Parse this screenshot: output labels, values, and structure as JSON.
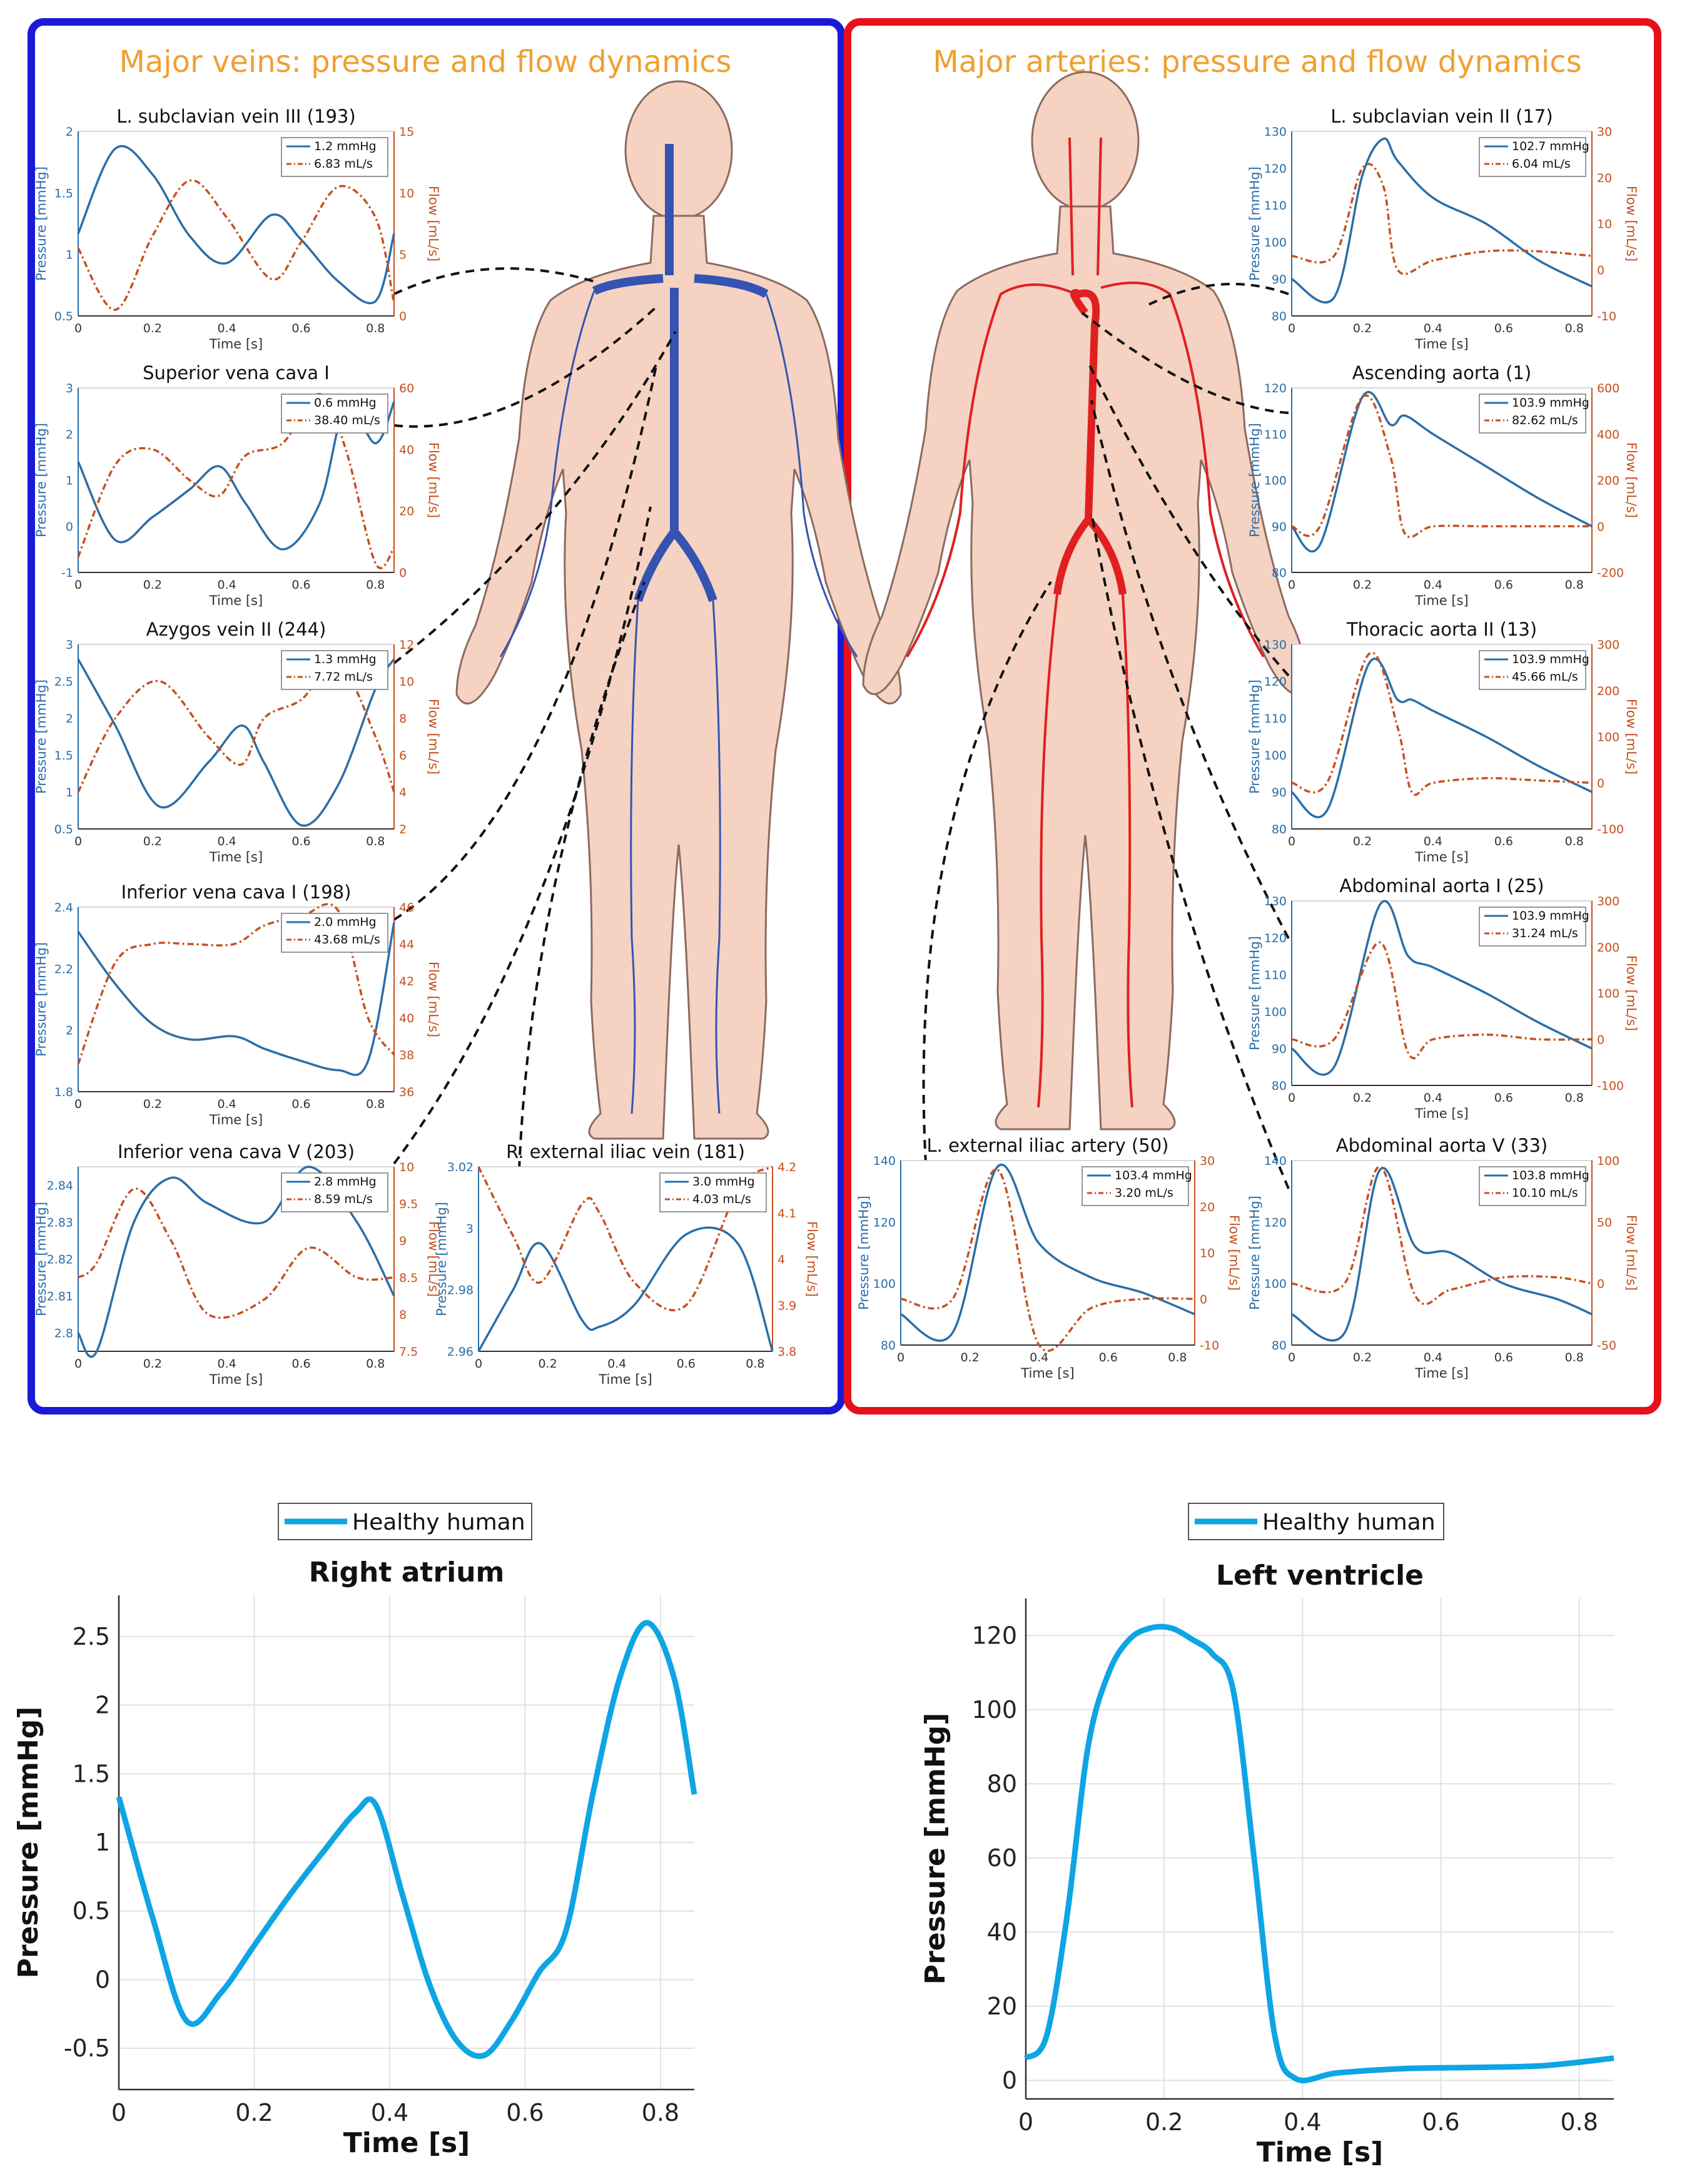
{
  "panels": {
    "veins_title": "Major veins: pressure and flow dynamics",
    "arteries_title": "Major arteries: pressure and flow dynamics",
    "colors": {
      "veins_border": "#1a1ad6",
      "arteries_border": "#e8101a",
      "title": "#f0a030",
      "pressure": "#2a6ea8",
      "flow": "#c5501e",
      "vein_vessel": "#3553b0",
      "artery_vessel": "#e02020",
      "body": "#f5d2c2",
      "healthy_line": "#0ea5e4"
    }
  },
  "labels": {
    "pressure_axis": "Pressure [mmHg]",
    "flow_axis": "Flow [mL/s]",
    "time_axis": "Time [s]"
  },
  "chart_data": [
    {
      "id": "lsv3",
      "type": "line",
      "title": "L. subclavian vein III (193)",
      "x": [
        0,
        0.1,
        0.2,
        0.3,
        0.4,
        0.52,
        0.6,
        0.7,
        0.8,
        0.85
      ],
      "series": [
        {
          "name": "1.2 mmHg",
          "axis": "left",
          "values": [
            1.17,
            1.86,
            1.65,
            1.15,
            0.93,
            1.32,
            1.12,
            0.78,
            0.62,
            1.17
          ]
        },
        {
          "name": "6.83 mL/s",
          "axis": "right",
          "values": [
            5.5,
            0.5,
            6.5,
            11,
            8,
            3,
            6,
            10.5,
            8,
            1
          ]
        }
      ],
      "ylim": [
        0.5,
        2
      ],
      "yticks": [
        0.5,
        1,
        1.5,
        2
      ],
      "y2lim": [
        0,
        15
      ],
      "y2ticks": [
        0,
        5,
        10,
        15
      ]
    },
    {
      "id": "svc1",
      "type": "line",
      "title": "Superior vena cava I",
      "x": [
        0,
        0.1,
        0.2,
        0.3,
        0.38,
        0.45,
        0.55,
        0.65,
        0.72,
        0.8,
        0.85
      ],
      "series": [
        {
          "name": "0.6 mmHg",
          "axis": "left",
          "values": [
            1.4,
            -0.3,
            0.2,
            0.8,
            1.3,
            0.5,
            -0.5,
            0.5,
            2.6,
            1.8,
            2.7
          ]
        },
        {
          "name": "38.40 mL/s",
          "axis": "right",
          "values": [
            5,
            35,
            40,
            30,
            25,
            38,
            42,
            58,
            40,
            3,
            8
          ]
        }
      ],
      "ylim": [
        -1,
        3
      ],
      "yticks": [
        -1,
        0,
        1,
        2,
        3
      ],
      "y2lim": [
        0,
        60
      ],
      "y2ticks": [
        0,
        20,
        40,
        60
      ]
    },
    {
      "id": "azy2",
      "type": "line",
      "title": "Azygos vein II (244)",
      "x": [
        0,
        0.1,
        0.22,
        0.35,
        0.44,
        0.5,
        0.6,
        0.7,
        0.8,
        0.85
      ],
      "series": [
        {
          "name": "1.3 mmHg",
          "axis": "left",
          "values": [
            2.8,
            1.9,
            0.8,
            1.4,
            1.9,
            1.4,
            0.55,
            1.1,
            2.4,
            2.8
          ]
        },
        {
          "name": "7.72 mL/s",
          "axis": "right",
          "values": [
            4,
            8,
            10,
            7,
            5.5,
            8,
            9,
            11,
            7,
            4
          ]
        }
      ],
      "ylim": [
        0.5,
        3
      ],
      "yticks": [
        0.5,
        1,
        1.5,
        2,
        2.5,
        3
      ],
      "y2lim": [
        2,
        12
      ],
      "y2ticks": [
        2,
        4,
        6,
        8,
        10,
        12
      ]
    },
    {
      "id": "ivc1",
      "type": "line",
      "title": "Inferior vena cava I (198)",
      "x": [
        0,
        0.1,
        0.2,
        0.3,
        0.42,
        0.5,
        0.6,
        0.7,
        0.78,
        0.85
      ],
      "series": [
        {
          "name": "2.0 mmHg",
          "axis": "left",
          "values": [
            2.32,
            2.15,
            2.02,
            1.97,
            1.98,
            1.94,
            1.9,
            1.87,
            1.9,
            2.35
          ]
        },
        {
          "name": "43.68 mL/s",
          "axis": "right",
          "values": [
            37.5,
            43,
            44,
            44,
            44,
            45,
            45.5,
            45.8,
            40,
            38
          ]
        }
      ],
      "ylim": [
        1.8,
        2.4
      ],
      "yticks": [
        1.8,
        2,
        2.2,
        2.4
      ],
      "y2lim": [
        36,
        46
      ],
      "y2ticks": [
        36,
        38,
        40,
        42,
        44,
        46
      ]
    },
    {
      "id": "ivc5",
      "type": "line",
      "title": "Inferior vena cava V (203)",
      "x": [
        0,
        0.05,
        0.15,
        0.25,
        0.35,
        0.5,
        0.62,
        0.75,
        0.85
      ],
      "series": [
        {
          "name": "2.8 mmHg",
          "axis": "left",
          "values": [
            2.8,
            2.79,
            2.83,
            2.842,
            2.835,
            2.83,
            2.845,
            2.83,
            2.81
          ]
        },
        {
          "name": "8.59 mL/s",
          "axis": "right",
          "values": [
            8.5,
            8.7,
            9.7,
            9,
            8,
            8.2,
            8.9,
            8.5,
            8.5
          ]
        }
      ],
      "ylim": [
        2.795,
        2.845
      ],
      "yticks": [
        2.8,
        2.81,
        2.82,
        2.83,
        2.84
      ],
      "y2lim": [
        7.5,
        10
      ],
      "y2ticks": [
        7.5,
        8,
        8.5,
        9,
        9.5,
        10
      ]
    },
    {
      "id": "rei",
      "type": "line",
      "title": "R. external iliac vein (181)",
      "x": [
        0,
        0.1,
        0.18,
        0.3,
        0.35,
        0.45,
        0.6,
        0.75,
        0.85
      ],
      "series": [
        {
          "name": "3.0 mmHg",
          "axis": "left",
          "values": [
            2.96,
            2.98,
            2.995,
            2.97,
            2.968,
            2.975,
            2.998,
            2.995,
            2.96
          ]
        },
        {
          "name": "4.03 mL/s",
          "axis": "right",
          "values": [
            4.2,
            4.05,
            3.95,
            4.12,
            4.1,
            3.95,
            3.9,
            4.15,
            4.2
          ]
        }
      ],
      "ylim": [
        2.96,
        3.02
      ],
      "yticks": [
        2.96,
        2.98,
        3,
        3.02
      ],
      "y2lim": [
        3.8,
        4.2
      ],
      "y2ticks": [
        3.8,
        3.9,
        4,
        4.1,
        4.2
      ]
    },
    {
      "id": "lsa2",
      "type": "line",
      "title": "L. subclavian vein II (17)",
      "x": [
        0,
        0.12,
        0.2,
        0.26,
        0.3,
        0.4,
        0.55,
        0.7,
        0.85
      ],
      "series": [
        {
          "name": "102.7 mmHg",
          "axis": "left",
          "values": [
            90,
            85,
            118,
            128,
            122,
            112,
            105,
            95,
            88
          ]
        },
        {
          "name": "6.04 mL/s",
          "axis": "right",
          "values": [
            3,
            3,
            22,
            18,
            0,
            2,
            4,
            4,
            3
          ]
        }
      ],
      "ylim": [
        80,
        130
      ],
      "yticks": [
        80,
        90,
        100,
        110,
        120,
        130
      ],
      "y2lim": [
        -10,
        30
      ],
      "y2ticks": [
        -10,
        0,
        10,
        20,
        30
      ]
    },
    {
      "id": "asc1",
      "type": "line",
      "title": "Ascending aorta (1)",
      "x": [
        0,
        0.08,
        0.2,
        0.28,
        0.32,
        0.4,
        0.55,
        0.7,
        0.85
      ],
      "series": [
        {
          "name": "103.9 mmHg",
          "axis": "left",
          "values": [
            90,
            86,
            118,
            112,
            114,
            110,
            103,
            96,
            90
          ]
        },
        {
          "name": "82.62 mL/s",
          "axis": "right",
          "values": [
            0,
            0,
            560,
            300,
            -30,
            0,
            0,
            0,
            0
          ]
        }
      ],
      "ylim": [
        80,
        120
      ],
      "yticks": [
        80,
        90,
        100,
        110,
        120
      ],
      "y2lim": [
        -200,
        600
      ],
      "y2ticks": [
        -200,
        0,
        200,
        400,
        600
      ]
    },
    {
      "id": "tho2",
      "type": "line",
      "title": "Thoracic aorta II (13)",
      "x": [
        0,
        0.1,
        0.22,
        0.3,
        0.34,
        0.4,
        0.55,
        0.7,
        0.85
      ],
      "series": [
        {
          "name": "103.9 mmHg",
          "axis": "left",
          "values": [
            90,
            85,
            125,
            115,
            115,
            112,
            105,
            97,
            90
          ]
        },
        {
          "name": "45.66 mL/s",
          "axis": "right",
          "values": [
            0,
            0,
            280,
            120,
            -20,
            0,
            10,
            5,
            0
          ]
        }
      ],
      "ylim": [
        80,
        130
      ],
      "yticks": [
        80,
        90,
        100,
        110,
        120,
        130
      ],
      "y2lim": [
        -100,
        300
      ],
      "y2ticks": [
        -100,
        0,
        100,
        200,
        300
      ]
    },
    {
      "id": "abd1",
      "type": "line",
      "title": "Abdominal aorta I (25)",
      "x": [
        0,
        0.12,
        0.25,
        0.33,
        0.4,
        0.55,
        0.7,
        0.85
      ],
      "series": [
        {
          "name": "103.9 mmHg",
          "axis": "left",
          "values": [
            90,
            85,
            129,
            115,
            112,
            105,
            97,
            90
          ]
        },
        {
          "name": "31.24 mL/s",
          "axis": "right",
          "values": [
            0,
            0,
            210,
            -30,
            0,
            10,
            0,
            0
          ]
        }
      ],
      "ylim": [
        80,
        130
      ],
      "yticks": [
        80,
        90,
        100,
        110,
        120,
        130
      ],
      "y2lim": [
        -100,
        300
      ],
      "y2ticks": [
        -100,
        0,
        100,
        200,
        300
      ]
    },
    {
      "id": "lei",
      "type": "line",
      "title": "L. external iliac artery (50)",
      "x": [
        0,
        0.15,
        0.28,
        0.4,
        0.55,
        0.7,
        0.85
      ],
      "series": [
        {
          "name": "103.4 mmHg",
          "axis": "left",
          "values": [
            90,
            84,
            138,
            113,
            102,
            97,
            90
          ]
        },
        {
          "name": "3.20 mL/s",
          "axis": "right",
          "values": [
            0,
            0,
            28,
            -10,
            -2,
            0,
            0
          ]
        }
      ],
      "ylim": [
        80,
        140
      ],
      "yticks": [
        80,
        100,
        120,
        140
      ],
      "y2lim": [
        -10,
        30
      ],
      "y2ticks": [
        -10,
        0,
        10,
        20,
        30
      ]
    },
    {
      "id": "abd5",
      "type": "line",
      "title": "Abdominal aorta V (33)",
      "x": [
        0,
        0.15,
        0.25,
        0.35,
        0.45,
        0.6,
        0.75,
        0.85
      ],
      "series": [
        {
          "name": "103.8 mmHg",
          "axis": "left",
          "values": [
            90,
            84,
            137,
            112,
            110,
            100,
            95,
            90
          ]
        },
        {
          "name": "10.10 mL/s",
          "axis": "right",
          "values": [
            0,
            0,
            95,
            -10,
            -5,
            5,
            5,
            0
          ]
        }
      ],
      "ylim": [
        80,
        140
      ],
      "yticks": [
        80,
        100,
        120,
        140
      ],
      "y2lim": [
        -50,
        100
      ],
      "y2ticks": [
        -50,
        0,
        50,
        100
      ]
    },
    {
      "id": "ra",
      "type": "line",
      "title": "Right atrium",
      "xlabel": "Time [s]",
      "ylabel": "Pressure [mmHg]",
      "x": [
        0,
        0.05,
        0.1,
        0.15,
        0.2,
        0.25,
        0.3,
        0.35,
        0.38,
        0.42,
        0.46,
        0.5,
        0.54,
        0.58,
        0.62,
        0.66,
        0.7,
        0.74,
        0.78,
        0.82,
        0.85
      ],
      "series": [
        {
          "name": "Healthy human",
          "values": [
            1.33,
            0.45,
            -0.3,
            -0.1,
            0.25,
            0.6,
            0.92,
            1.22,
            1.27,
            0.6,
            -0.05,
            -0.45,
            -0.55,
            -0.3,
            0.05,
            0.35,
            1.35,
            2.2,
            2.6,
            2.2,
            1.35
          ]
        }
      ],
      "ylim": [
        -0.8,
        2.8
      ],
      "yticks": [
        -0.5,
        0,
        0.5,
        1,
        1.5,
        2,
        2.5
      ],
      "xlim": [
        0,
        0.85
      ],
      "xticks": [
        0,
        0.2,
        0.4,
        0.6,
        0.8
      ]
    },
    {
      "id": "lv",
      "type": "line",
      "title": "Left ventricle",
      "xlabel": "Time [s]",
      "ylabel": "Pressure [mmHg]",
      "x": [
        0,
        0.03,
        0.06,
        0.09,
        0.12,
        0.15,
        0.18,
        0.21,
        0.24,
        0.27,
        0.3,
        0.33,
        0.36,
        0.39,
        0.45,
        0.55,
        0.65,
        0.75,
        0.85
      ],
      "series": [
        {
          "name": "Healthy human",
          "values": [
            6,
            12,
            45,
            90,
            110,
            119,
            122,
            122,
            119,
            115,
            105,
            60,
            12,
            0.5,
            2,
            3.2,
            3.5,
            4,
            6
          ]
        }
      ],
      "ylim": [
        -5,
        130
      ],
      "yticks": [
        0,
        20,
        40,
        60,
        80,
        100,
        120
      ],
      "xlim": [
        0,
        0.85
      ],
      "xticks": [
        0,
        0.2,
        0.4,
        0.6,
        0.8
      ]
    }
  ]
}
